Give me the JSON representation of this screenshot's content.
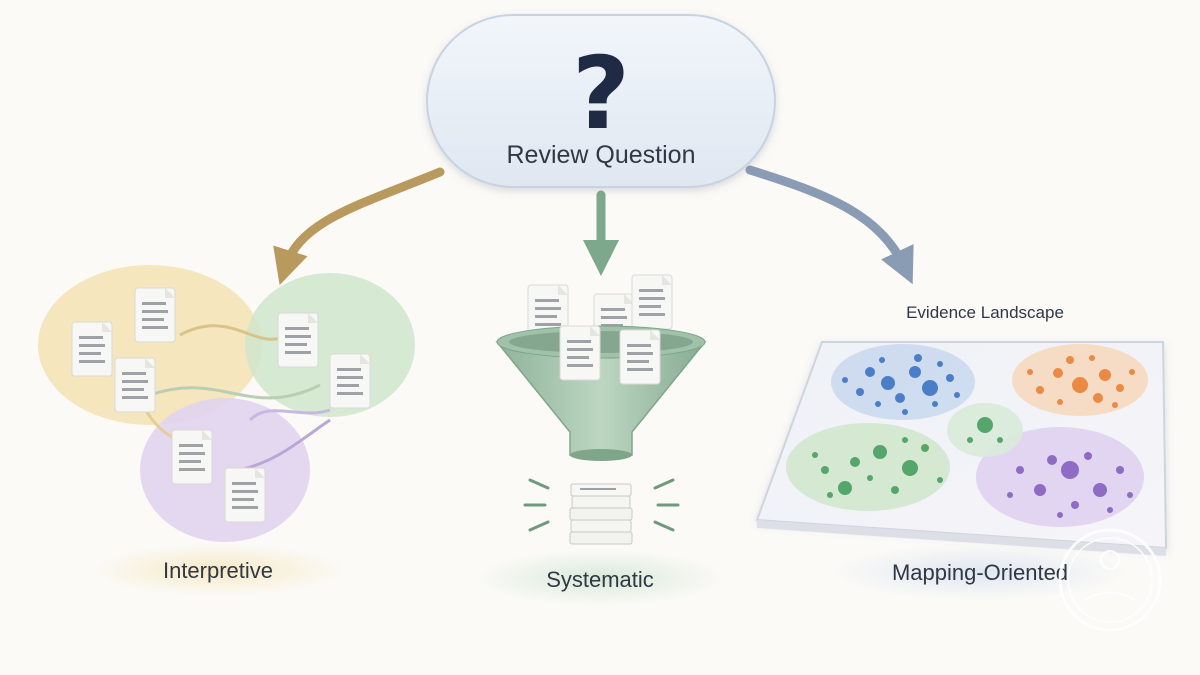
{
  "question": {
    "symbol": "?",
    "label": "Review Question"
  },
  "branches": [
    {
      "name": "interpretive",
      "label": "Interpretive",
      "color": "#b99a5e"
    },
    {
      "name": "systematic",
      "label": "Systematic",
      "color": "#7ea88b"
    },
    {
      "name": "mapping",
      "label": "Mapping-Oriented",
      "color": "#8a9cb4",
      "panel_title": "Evidence Landscape"
    }
  ],
  "colors": {
    "gold": "#f1d99b",
    "green": "#b9dcb7",
    "purple": "#d7c7ea",
    "blue": "#4a7fc7",
    "orange": "#ea8a45",
    "dot_green": "#55a66a",
    "dot_purple": "#8e6bc4"
  }
}
